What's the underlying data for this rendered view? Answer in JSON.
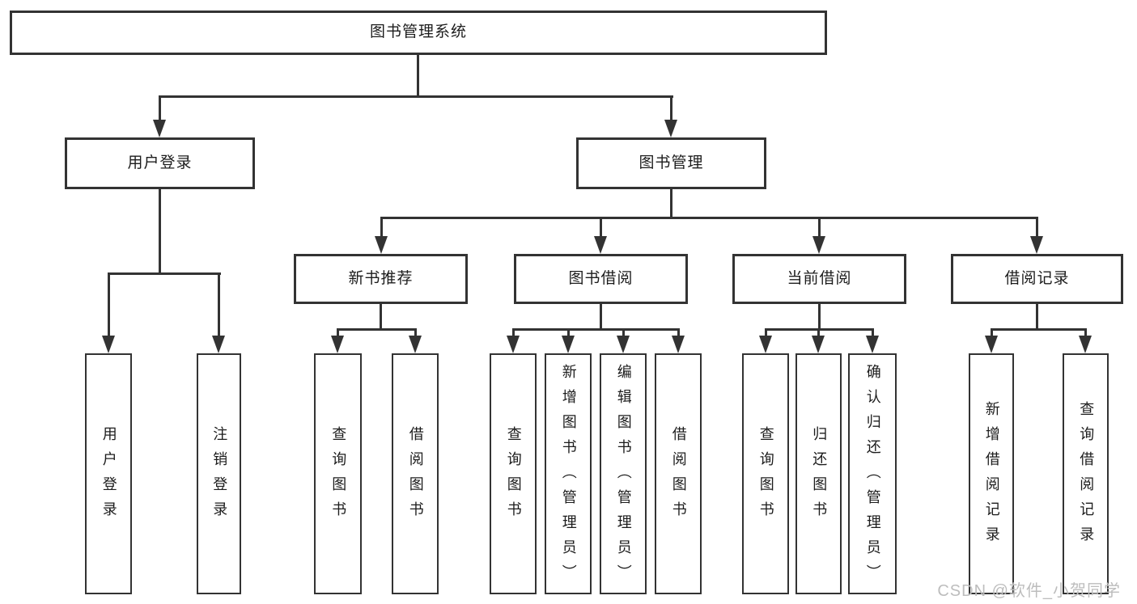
{
  "diagram": {
    "root": {
      "label": "图书管理系统"
    },
    "branches": [
      {
        "label": "用户登录",
        "children": [
          {
            "label": "用户登录"
          },
          {
            "label": "注销登录"
          }
        ]
      },
      {
        "label": "图书管理",
        "children": [
          {
            "label": "新书推荐",
            "children": [
              {
                "label": "查询图书"
              },
              {
                "label": "借阅图书"
              }
            ]
          },
          {
            "label": "图书借阅",
            "children": [
              {
                "label": "查询图书"
              },
              {
                "label": "新增图书（管理员）"
              },
              {
                "label": "编辑图书（管理员）"
              },
              {
                "label": "借阅图书"
              }
            ]
          },
          {
            "label": "当前借阅",
            "children": [
              {
                "label": "查询图书"
              },
              {
                "label": "归还图书"
              },
              {
                "label": "确认归还（管理员）"
              }
            ]
          },
          {
            "label": "借阅记录",
            "children": [
              {
                "label": "新增借阅记录"
              },
              {
                "label": "查询借阅记录"
              }
            ]
          }
        ]
      }
    ]
  },
  "watermark": {
    "text": "CSDN @软件_小贺同学"
  },
  "colors": {
    "line": "#333333",
    "text": "#1c1c1c",
    "watermark": "#bdbdbd",
    "background": "#ffffff"
  }
}
